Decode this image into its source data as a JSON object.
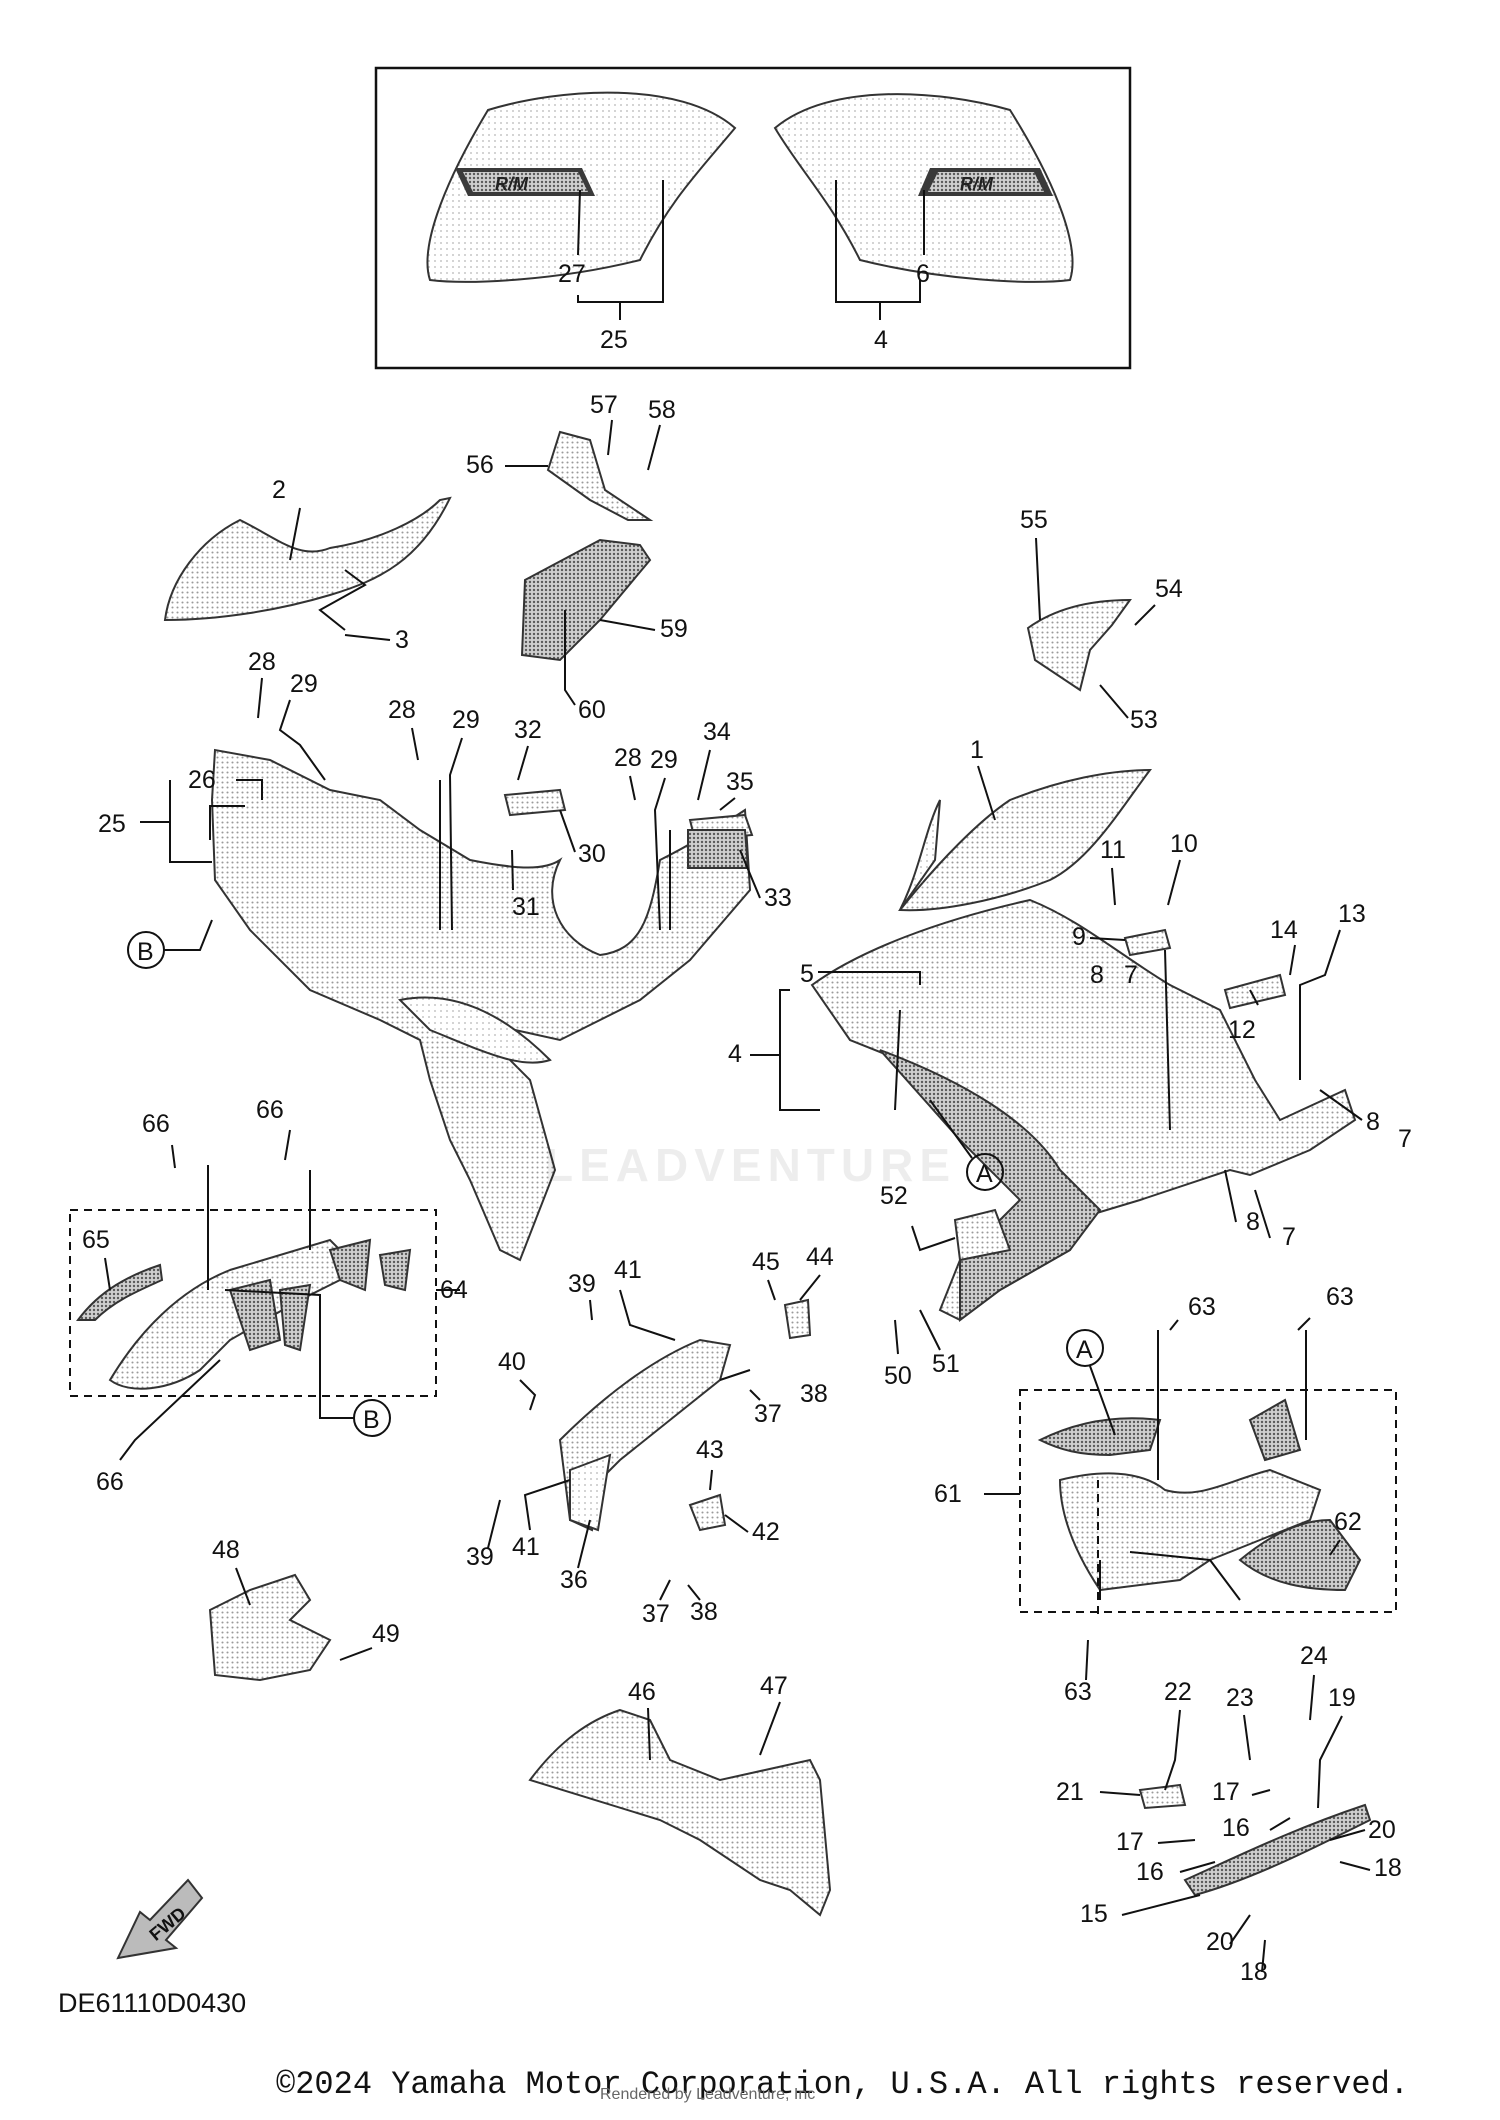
{
  "diagram": {
    "code": "DE61110D0430",
    "copyright": "©2024 Yamaha Motor Corporation, U.S.A. All rights reserved.",
    "rendered_by": "Rendered by Leadventure, Inc",
    "watermark": "LEADVENTURE",
    "fwd_label": "FWD",
    "decal_text": "R/M",
    "callout_numbers": [
      "1",
      "2",
      "3",
      "4",
      "5",
      "6",
      "7",
      "8",
      "9",
      "10",
      "11",
      "12",
      "13",
      "14",
      "15",
      "16",
      "17",
      "18",
      "19",
      "20",
      "21",
      "22",
      "23",
      "24",
      "25",
      "26",
      "27",
      "28",
      "29",
      "30",
      "31",
      "32",
      "33",
      "34",
      "35",
      "36",
      "37",
      "38",
      "39",
      "40",
      "41",
      "42",
      "43",
      "44",
      "45",
      "46",
      "47",
      "48",
      "49",
      "50",
      "51",
      "52",
      "53",
      "54",
      "55",
      "56",
      "57",
      "58",
      "59",
      "60",
      "61",
      "62",
      "63",
      "64",
      "65",
      "66"
    ],
    "reference_letters": [
      "A",
      "B"
    ]
  }
}
